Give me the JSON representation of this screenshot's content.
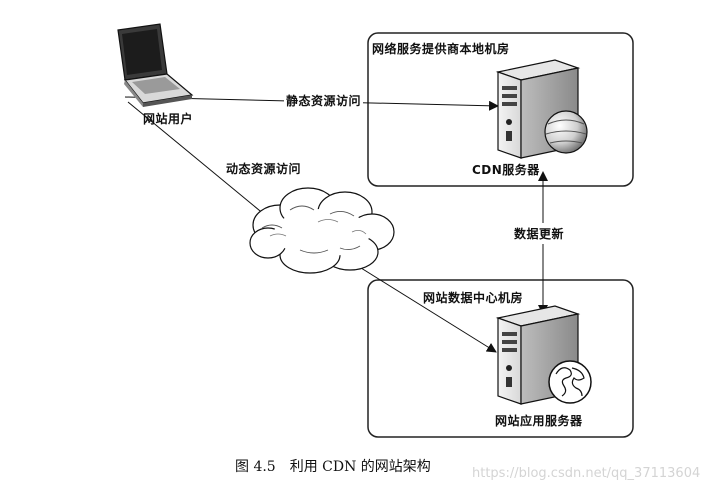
{
  "nodes": {
    "user": "网站用户",
    "cdn_region": "网络服务提供商本地机房",
    "cdn_server": "CDN服务器",
    "datacenter_region": "网站数据中心机房",
    "app_server": "网站应用服务器"
  },
  "edges": {
    "static_access": "静态资源访问",
    "dynamic_access": "动态资源访问",
    "data_update": "数据更新"
  },
  "caption": {
    "number": "图 4.5",
    "title": "利用 CDN 的网站架构"
  },
  "watermark": "https://blog.csdn.net/qq_37113604",
  "icons": [
    "laptop-icon",
    "cloud-icon",
    "server-icon",
    "globe-icon"
  ]
}
